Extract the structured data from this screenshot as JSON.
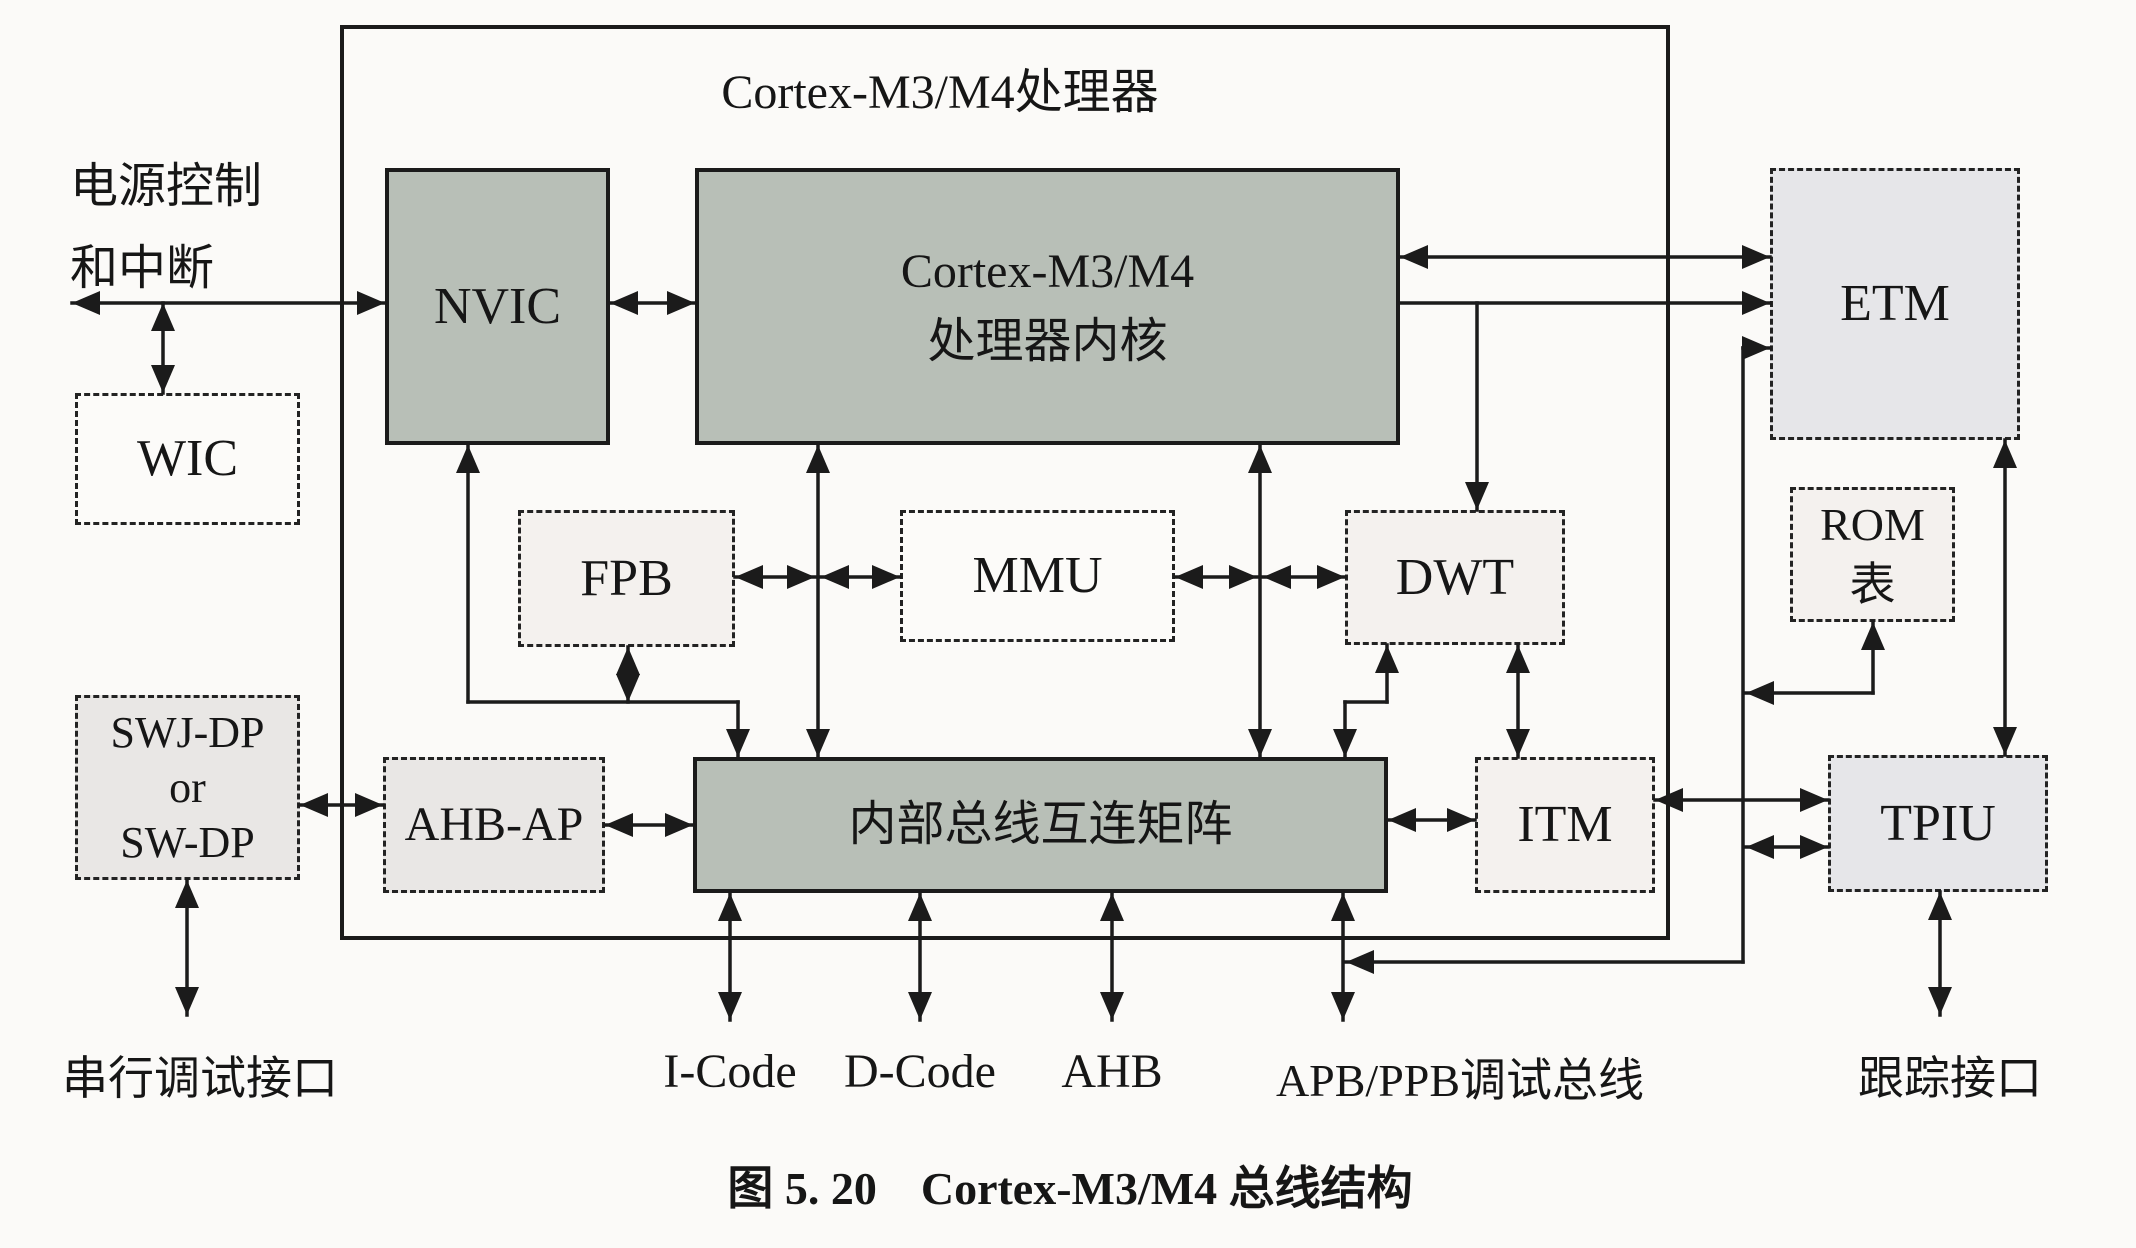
{
  "figure": {
    "processor_box_title": "Cortex-M3/M4处理器",
    "caption_figure_no": "图 5. 20",
    "caption_title": "Cortex-M3/M4 总线结构"
  },
  "boxes": {
    "nvic": {
      "label": "NVIC"
    },
    "core": {
      "line1": "Cortex-M3/M4",
      "line2": "处理器内核"
    },
    "fpb": {
      "label": "FPB"
    },
    "mmu": {
      "label": "MMU"
    },
    "dwt": {
      "label": "DWT"
    },
    "bus_matrix": {
      "label": "内部总线互连矩阵"
    },
    "ahb_ap": {
      "label": "AHB-AP"
    },
    "itm": {
      "label": "ITM"
    },
    "wic": {
      "label": "WIC"
    },
    "swj_dp": {
      "line1": "SWJ-DP",
      "line2": "or",
      "line3": "SW-DP"
    },
    "etm": {
      "label": "ETM"
    },
    "rom_table": {
      "line1": "ROM",
      "line2": "表"
    },
    "tpiu": {
      "label": "TPIU"
    }
  },
  "labels": {
    "power_line1": "电源控制",
    "power_line2": "和中断",
    "serial_debug": "串行调试接口",
    "icode": "I-Code",
    "dcode": "D-Code",
    "ahb": "AHB",
    "apb_ppb": "APB/PPB调试总线",
    "trace": "跟踪接口"
  },
  "colors": {
    "line": "#1b1b1b",
    "text": "#161616",
    "solid_box_fill": "#b8bfb7",
    "dashed_box_light_fill": "#f4f1ee",
    "dashed_box_gray_fill": "#e6e6e9",
    "white_box_fill": "#fcfbf9",
    "background": "#fbfaf8"
  }
}
